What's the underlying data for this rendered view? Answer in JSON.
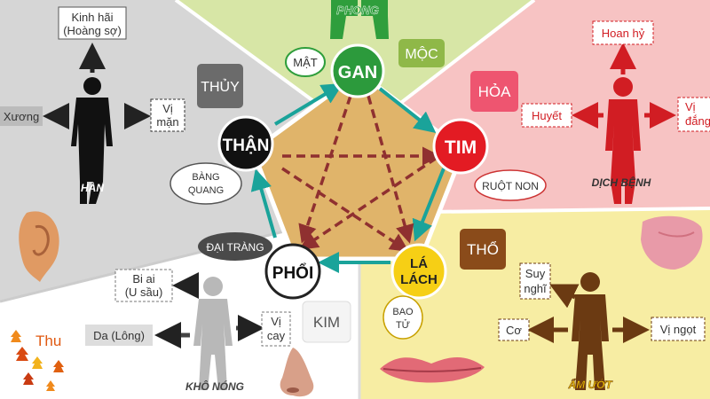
{
  "elements": {
    "wood": "MỘC",
    "fire": "HỎA",
    "earth": "THỔ",
    "metal": "KIM",
    "water": "THỦY"
  },
  "organs": {
    "liver": "GAN",
    "heart": "TIM",
    "spleen": [
      "LÁ",
      "LÁCH"
    ],
    "lung": "PHỔI",
    "kidney": "THẬN"
  },
  "paired_organs": {
    "gallbladder": "MẬT",
    "small_intestine": "RUỘT NON",
    "stomach": [
      "BAO",
      "TỬ"
    ],
    "large_intestine": "ĐẠI TRÀNG",
    "bladder": [
      "BÀNG",
      "QUANG"
    ]
  },
  "climates": {
    "wind": "PHONG",
    "heat": "DỊCH BỆNH",
    "damp": "ẨM ƯỚT",
    "dry": "KHÔ NÓNG",
    "cold": "HÀN"
  },
  "water_panel": {
    "emotion": [
      "Kinh hãi",
      "(Hoàng sợ)"
    ],
    "tissue": "Xương",
    "taste": [
      "Vị",
      "mặn"
    ]
  },
  "fire_panel": {
    "emotion": "Hoan hỷ",
    "tissue": "Huyết",
    "taste": [
      "Vị",
      "đắng"
    ]
  },
  "metal_panel": {
    "season": "Thu",
    "emotion": [
      "Bi ai",
      "(U sầu)"
    ],
    "tissue": "Da (Lông)",
    "taste": [
      "Vị",
      "cay"
    ]
  },
  "earth_panel": {
    "emotion": [
      "Suy",
      "nghĩ"
    ],
    "tissue": "Cơ",
    "taste": "Vị ngọt"
  },
  "colors": {
    "wood_bg": "#d7e6a6",
    "fire_bg": "#f7c3c3",
    "earth_bg": "#f7eda3",
    "metal_bg": "#ffffff",
    "water_bg": "#d6d6d6",
    "pentagon": "#e0b46a",
    "cycle_arrow": "#1aa39a",
    "control_arrow": "#8f3030",
    "liver": "#2c9a3c",
    "heart": "#e31b23",
    "spleen": "#f6cf15",
    "kidney": "#111111"
  }
}
